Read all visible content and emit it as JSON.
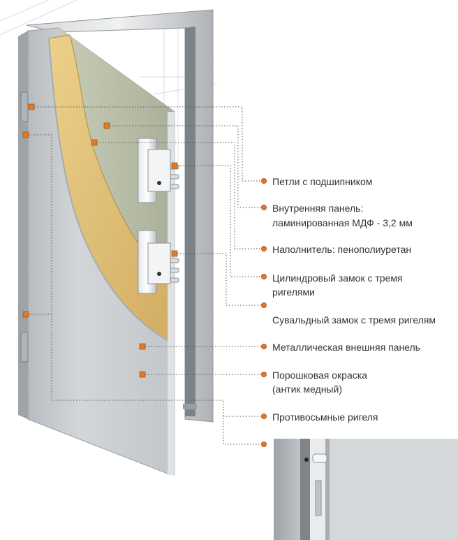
{
  "labels": [
    {
      "id": "hinges",
      "text": "Петли с подшипником"
    },
    {
      "id": "inner_panel_1",
      "text": "Внутренняя панель:"
    },
    {
      "id": "inner_panel_2",
      "text": "ламинированная МДФ - 3,2 мм"
    },
    {
      "id": "filler",
      "text": "Наполнитель: пенополиуретан"
    },
    {
      "id": "cylinder_1",
      "text": "Цилиндровый замок с тремя"
    },
    {
      "id": "cylinder_2",
      "text": "ригелями"
    },
    {
      "id": "lever_lock",
      "text": "Сувальдный замок с тремя ригелям"
    },
    {
      "id": "metal_panel",
      "text": "Металлическая внешняя панель"
    },
    {
      "id": "powder_1",
      "text": "Порошковая окраска"
    },
    {
      "id": "powder_2",
      "text": "(антик медный)"
    },
    {
      "id": "anti_removal",
      "text": "Противосьмные ригеля"
    }
  ],
  "colors": {
    "marker": "#e07a2a",
    "leader_line": "#555555",
    "metal": "#c9cccf",
    "foam": "#e0c27a",
    "mdf_panel": "#bfc4b0",
    "frame": "#8f9497"
  }
}
